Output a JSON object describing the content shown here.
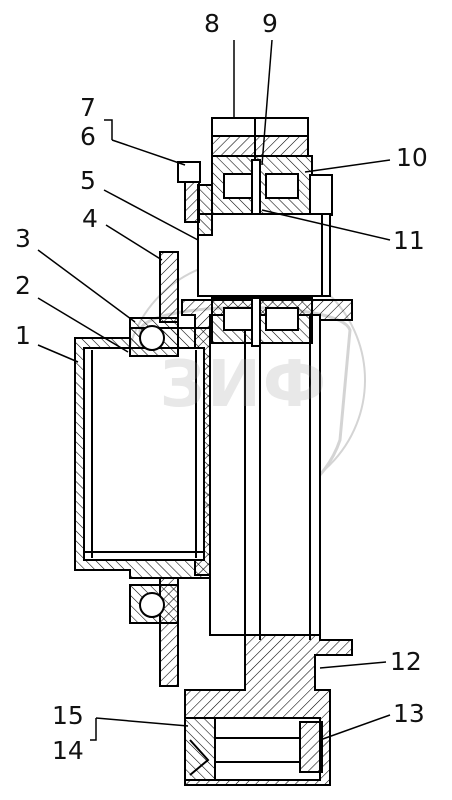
{
  "callouts": {
    "n1": "1",
    "n2": "2",
    "n3": "3",
    "n4": "4",
    "n5": "5",
    "n6": "6",
    "n7": "7",
    "n8": "8",
    "n9": "9",
    "n10": "10",
    "n11": "11",
    "n12": "12",
    "n13": "13",
    "n14": "14",
    "n15": "15"
  },
  "watermark": {
    "text": "ЗИФ"
  },
  "colors": {
    "line": "#000000",
    "hatch": "#000000",
    "watermark": "#c8c8c8"
  }
}
